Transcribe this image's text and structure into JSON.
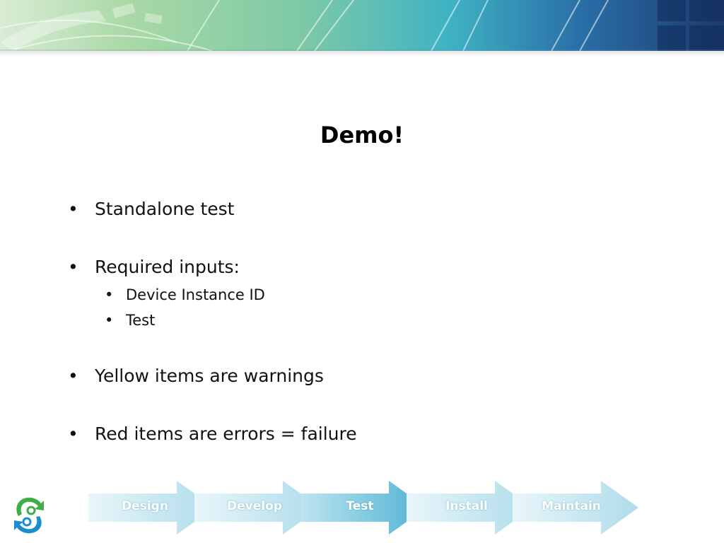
{
  "slide": {
    "title": "Demo!",
    "bullets": [
      {
        "text": "Standalone test",
        "sub": []
      },
      {
        "text": "Required inputs:",
        "sub": [
          "Device Instance ID",
          "Test"
        ]
      },
      {
        "text": "Yellow items are warnings",
        "sub": []
      },
      {
        "text": "Red items are errors = failure",
        "sub": []
      }
    ],
    "bullet_glyph": "•"
  },
  "process": {
    "steps": [
      "Design",
      "Develop",
      "Test",
      "Install",
      "Maintain"
    ],
    "active_step": "Test"
  },
  "colors": {
    "banner_green": "#8cc98a",
    "banner_teal": "#3fb3c3",
    "banner_navy": "#1c3a6e",
    "arrow_light": "#bfe3ee",
    "arrow_active": "#5ab9d6",
    "logo_green": "#3fae49",
    "logo_blue": "#1a8fd0"
  },
  "icons": {
    "logo": "recycle-people-logo-icon"
  }
}
